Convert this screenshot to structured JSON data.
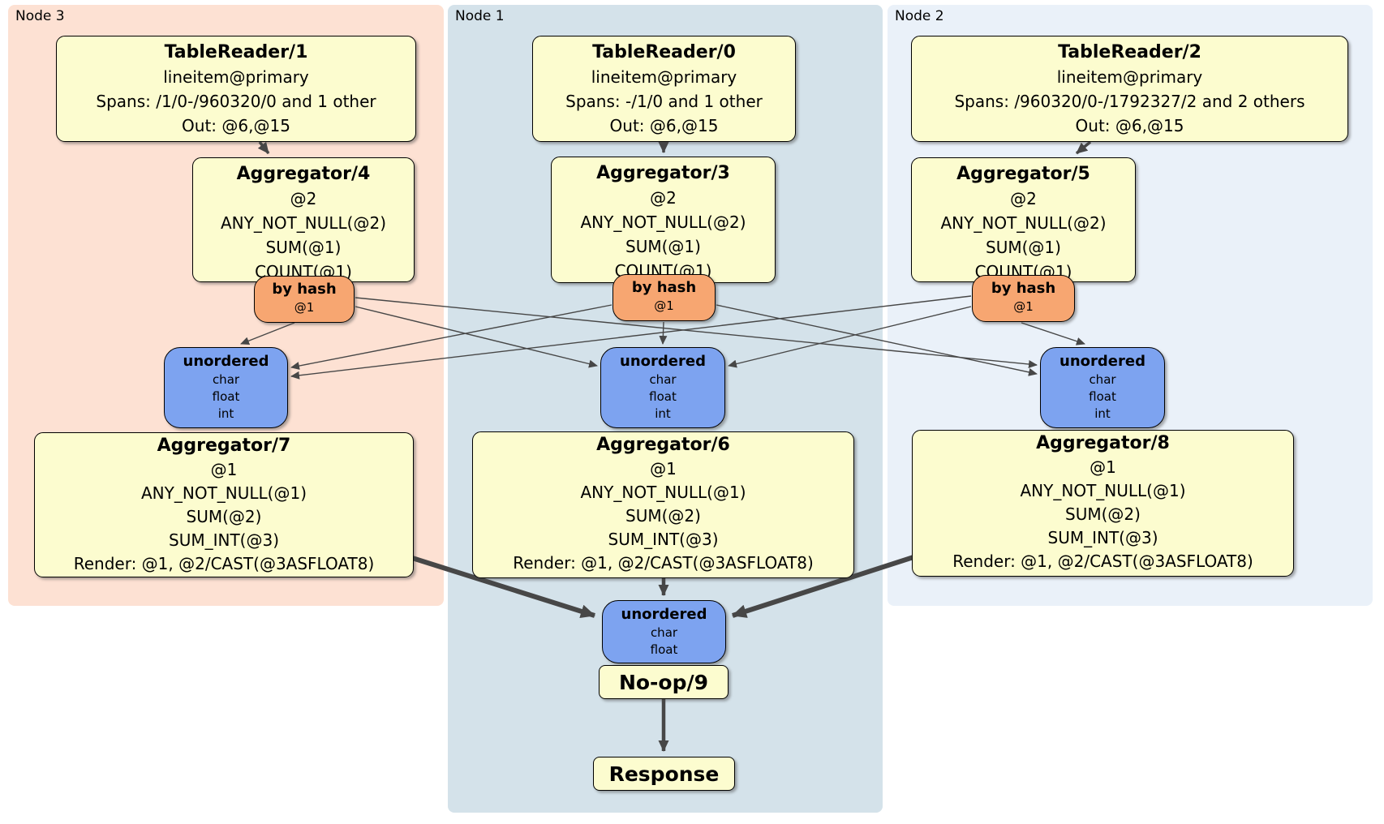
{
  "nodes": {
    "node3": {
      "label": "Node 3",
      "table_reader": {
        "title": "TableReader/1",
        "lines": [
          "lineitem@primary",
          "Spans: /1/0-/960320/0 and 1 other",
          "Out: @6,@15"
        ]
      },
      "aggregator_top": {
        "title": "Aggregator/4",
        "lines": [
          "@2",
          "ANY_NOT_NULL(@2)",
          "SUM(@1)",
          "COUNT(@1)"
        ]
      },
      "router": {
        "title": "by hash",
        "detail": "@1"
      },
      "sync": {
        "title": "unordered",
        "lines": [
          "char",
          "float",
          "int"
        ]
      },
      "aggregator_bottom": {
        "title": "Aggregator/7",
        "lines": [
          "@1",
          "ANY_NOT_NULL(@1)",
          "SUM(@2)",
          "SUM_INT(@3)",
          "Render: @1, @2/CAST(@3ASFLOAT8)"
        ]
      }
    },
    "node1": {
      "label": "Node 1",
      "table_reader": {
        "title": "TableReader/0",
        "lines": [
          "lineitem@primary",
          "Spans: -/1/0 and 1 other",
          "Out: @6,@15"
        ]
      },
      "aggregator_top": {
        "title": "Aggregator/3",
        "lines": [
          "@2",
          "ANY_NOT_NULL(@2)",
          "SUM(@1)",
          "COUNT(@1)"
        ]
      },
      "router": {
        "title": "by hash",
        "detail": "@1"
      },
      "sync": {
        "title": "unordered",
        "lines": [
          "char",
          "float",
          "int"
        ]
      },
      "aggregator_bottom": {
        "title": "Aggregator/6",
        "lines": [
          "@1",
          "ANY_NOT_NULL(@1)",
          "SUM(@2)",
          "SUM_INT(@3)",
          "Render: @1, @2/CAST(@3ASFLOAT8)"
        ]
      }
    },
    "node2": {
      "label": "Node 2",
      "table_reader": {
        "title": "TableReader/2",
        "lines": [
          "lineitem@primary",
          "Spans: /960320/0-/1792327/2 and 2 others",
          "Out: @6,@15"
        ]
      },
      "aggregator_top": {
        "title": "Aggregator/5",
        "lines": [
          "@2",
          "ANY_NOT_NULL(@2)",
          "SUM(@1)",
          "COUNT(@1)"
        ]
      },
      "router": {
        "title": "by hash",
        "detail": "@1"
      },
      "sync": {
        "title": "unordered",
        "lines": [
          "char",
          "float",
          "int"
        ]
      },
      "aggregator_bottom": {
        "title": "Aggregator/8",
        "lines": [
          "@1",
          "ANY_NOT_NULL(@1)",
          "SUM(@2)",
          "SUM_INT(@3)",
          "Render: @1, @2/CAST(@3ASFLOAT8)"
        ]
      }
    }
  },
  "final": {
    "sync": {
      "title": "unordered",
      "lines": [
        "char",
        "float"
      ]
    },
    "noop": {
      "title": "No-op/9"
    },
    "response": {
      "title": "Response"
    }
  },
  "colors": {
    "processor_fill": "#fcfccf",
    "router_fill": "#f7a671",
    "sync_fill": "#7da3f0",
    "node3_bg": "#fde1d3",
    "node1_bg": "#d4e2ea",
    "node2_bg": "#eaf1f9",
    "edge": "#474747"
  }
}
